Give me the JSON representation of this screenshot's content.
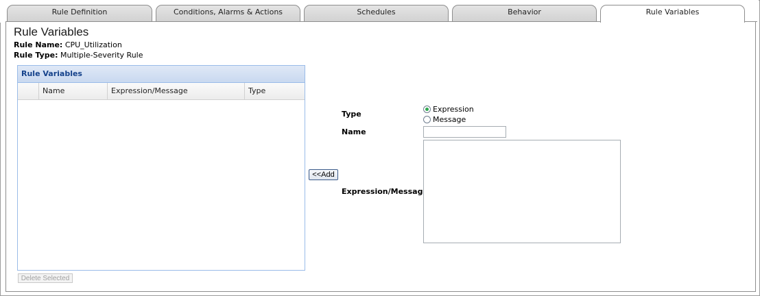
{
  "tabs": [
    {
      "label": "Rule Definition",
      "active": false
    },
    {
      "label": "Conditions, Alarms & Actions",
      "active": false
    },
    {
      "label": "Schedules",
      "active": false
    },
    {
      "label": "Behavior",
      "active": false
    },
    {
      "label": "Rule Variables",
      "active": true
    }
  ],
  "page": {
    "title": "Rule Variables",
    "rule_name_label": "Rule Name:",
    "rule_name_value": "CPU_Utilization",
    "rule_type_label": "Rule Type:",
    "rule_type_value": "Multiple-Severity Rule"
  },
  "grid": {
    "title": "Rule Variables",
    "columns": [
      "",
      "Name",
      "Expression/Message",
      "Type"
    ],
    "rows": []
  },
  "buttons": {
    "delete_selected": "Delete Selected",
    "add": "<<Add"
  },
  "form": {
    "type_label": "Type",
    "type_options": [
      {
        "label": "Expression",
        "selected": true
      },
      {
        "label": "Message",
        "selected": false
      }
    ],
    "name_label": "Name",
    "name_value": "",
    "expression_label": "Expression/Message",
    "expression_value": ""
  },
  "colors": {
    "grid_header_text": "#15428b",
    "grid_border": "#99bbe8",
    "radio_selected": "#2fa84f"
  }
}
